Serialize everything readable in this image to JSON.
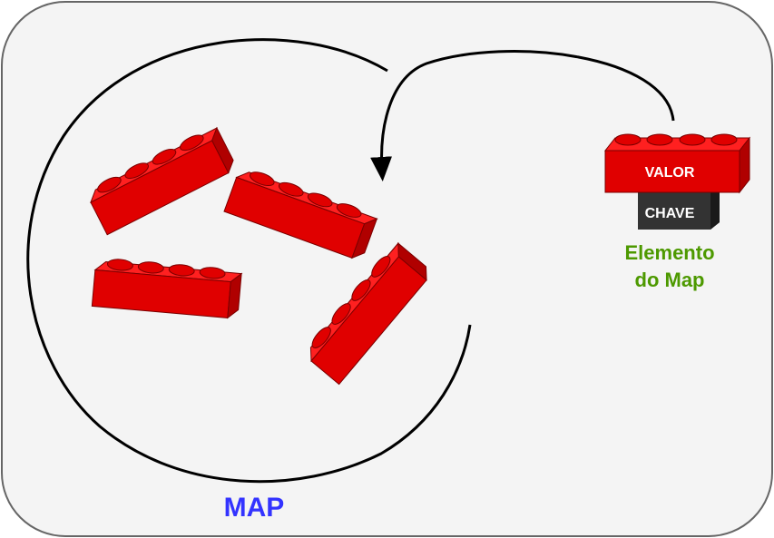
{
  "diagram": {
    "map_label": "MAP",
    "element_caption_line1": "Elemento",
    "element_caption_line2": "do Map",
    "element_value_label": "VALOR",
    "element_key_label": "CHAVE"
  },
  "colors": {
    "panel_fill": "#f4f4f4",
    "panel_border": "#666666",
    "brick_red": "#e10000",
    "brick_top": "#ff1a1a",
    "brick_dark": "#b00000",
    "key_block": "#333333",
    "map_label": "#3333ff",
    "caption_green": "#4d9900",
    "arrow": "#000000"
  }
}
